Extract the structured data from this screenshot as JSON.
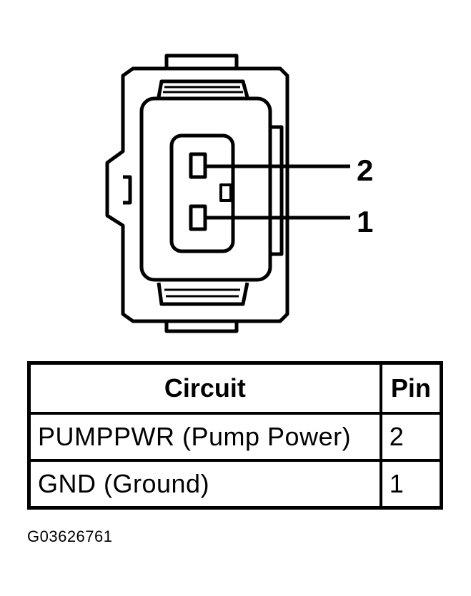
{
  "connector": {
    "pins": [
      {
        "number": "2"
      },
      {
        "number": "1"
      }
    ]
  },
  "table": {
    "headers": {
      "circuit": "Circuit",
      "pin": "Pin"
    },
    "rows": [
      {
        "circuit": "PUMPPWR (Pump Power)",
        "pin": "2"
      },
      {
        "circuit": "GND (Ground)",
        "pin": "1"
      }
    ]
  },
  "figure_id": "G03626761",
  "colors": {
    "line": "#000000",
    "background": "#ffffff"
  }
}
